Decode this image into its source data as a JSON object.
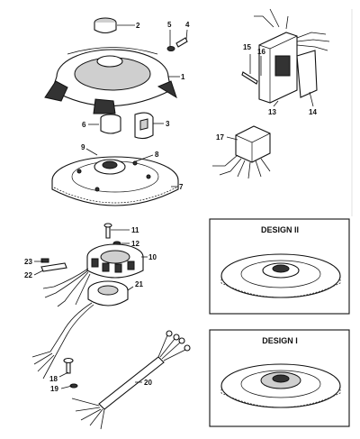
{
  "callouts": [
    "1",
    "2",
    "3",
    "4",
    "5",
    "6",
    "7",
    "8",
    "9",
    "10",
    "11",
    "12",
    "13",
    "14",
    "15",
    "16",
    "17",
    "18",
    "19",
    "20",
    "21",
    "22",
    "23"
  ],
  "insets": {
    "top_title": "DESIGN II",
    "bottom_title": "DESIGN I"
  }
}
